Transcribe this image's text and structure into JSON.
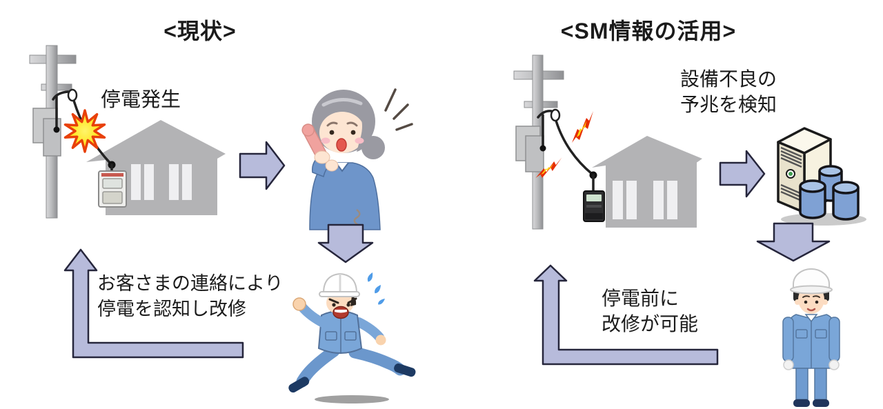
{
  "left_panel": {
    "title": "<現状>",
    "outage_label": "停電発生",
    "loop_line1": "お客さまの連絡により",
    "loop_line2": "停電を認知し改修"
  },
  "right_panel": {
    "title": "<SM情報の活用>",
    "detect_line1": "設備不良の",
    "detect_line2": "予兆を検知",
    "loop_line1": "停電前に",
    "loop_line2": "改修が可能"
  },
  "icons": {
    "spark": "starburst-spark-icon",
    "fault_bolt": "electrical-fault-bolt-icon",
    "flow_arrow_right": "arrow-right-icon",
    "flow_arrow_down": "arrow-down-icon",
    "loop_arrow": "l-shaped-up-arrow-icon",
    "pole": "utility-pole-icon",
    "house": "house-icon",
    "smart_meter": "smart-meter-icon",
    "customer": "customer-on-phone-illustration",
    "running_worker": "running-worker-illustration",
    "standing_worker": "standing-worker-illustration",
    "server": "server-database-illustration"
  },
  "colors": {
    "arrow_fill": "#b7bbdb",
    "arrow_stroke": "#26263c",
    "house_gray": "#b3b3b5",
    "pole_gray": "#a9abad",
    "spark_yellow": "#ffe212",
    "spark_red": "#e8400a",
    "flame_red": "#e62e04",
    "flame_yellow": "#ffd712",
    "uniform_blue": "#7aa6d8",
    "server_beige": "#f7f2e0",
    "database_blue": "#7fa1d4"
  }
}
